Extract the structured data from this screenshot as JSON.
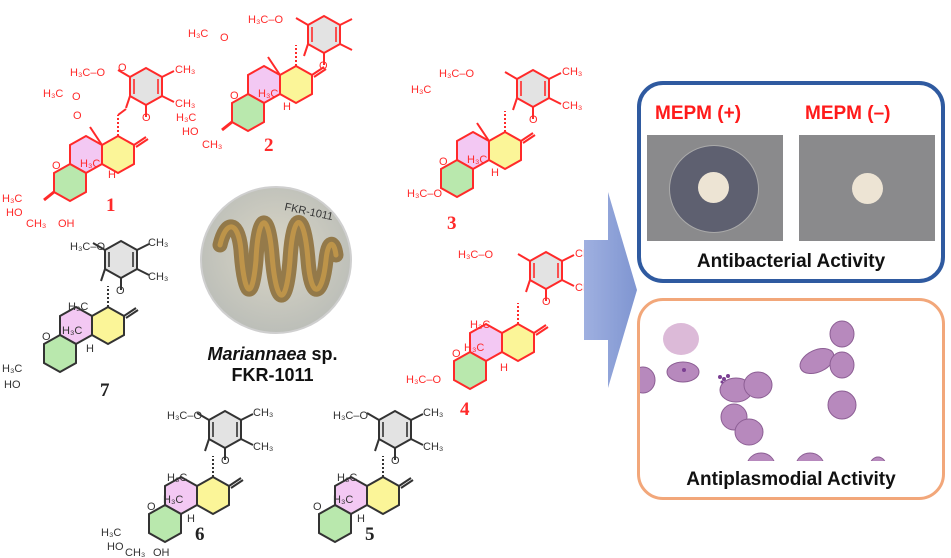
{
  "figure": {
    "organism": {
      "genus": "Mariannaea",
      "suffix": " sp.",
      "strain": "FKR-1011",
      "plate_label": "FKR-1011"
    },
    "compounds": [
      {
        "id": "1",
        "color": "#ff2a2a",
        "groups": {
          "methoxy": "H3C–O",
          "ch3a": "CH3",
          "ch3b": "CH3",
          "keto": "O",
          "acetyl": "H3C",
          "acetyl_o": "O",
          "ester_o": "O",
          "angular": "H3C",
          "h": "H",
          "ring_o": "O",
          "side_a": "H3C",
          "side_b": "HO",
          "side_c": "CH3",
          "oh": "OH"
        }
      },
      {
        "id": "2",
        "color": "#ff2a2a"
      },
      {
        "id": "3",
        "color": "#ff2a2a"
      },
      {
        "id": "4",
        "color": "#ff2a2a"
      },
      {
        "id": "5",
        "color": "#222222"
      },
      {
        "id": "6",
        "color": "#222222"
      },
      {
        "id": "7",
        "color": "#222222"
      }
    ],
    "arrow": {
      "color": "#8fa3d8",
      "direction": "right"
    },
    "antibacterial": {
      "title": "Antibacterial Activity",
      "border_color": "#2f5aa0",
      "panels": [
        {
          "label": "MEPM (+)",
          "inhibition_zone": true
        },
        {
          "label": "MEPM (–)",
          "inhibition_zone": false
        }
      ],
      "label_color": "#ff1a1a"
    },
    "antiplasmodial": {
      "title": "Antiplasmodial Activity",
      "border_color": "#f2a77a"
    }
  }
}
